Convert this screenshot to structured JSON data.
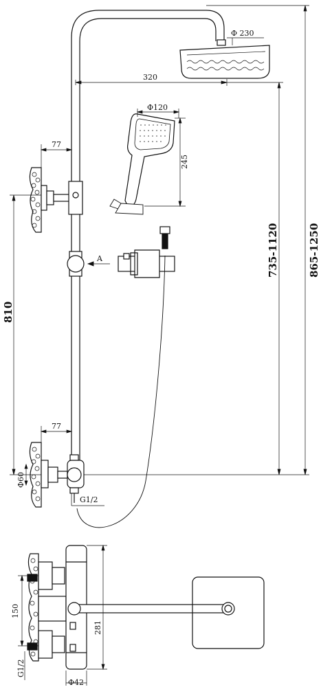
{
  "dimensions": {
    "showerhead_diameter": "Φ 230",
    "arm_length": "320",
    "handshower_diameter": "Φ120",
    "handshower_length": "245",
    "wall_offset_top": "77",
    "wall_offset_bottom": "77",
    "view_label": "A",
    "height_adjust": "735-1120",
    "total_height": "865-1250",
    "bracket_spacing": "810",
    "pipe_diameter": "Φ60",
    "inlet_thread": "G1/2",
    "valve_spacing": "150",
    "valve_height": "281",
    "valve_thread": "G1/2",
    "valve_diameter": "Φ42"
  }
}
